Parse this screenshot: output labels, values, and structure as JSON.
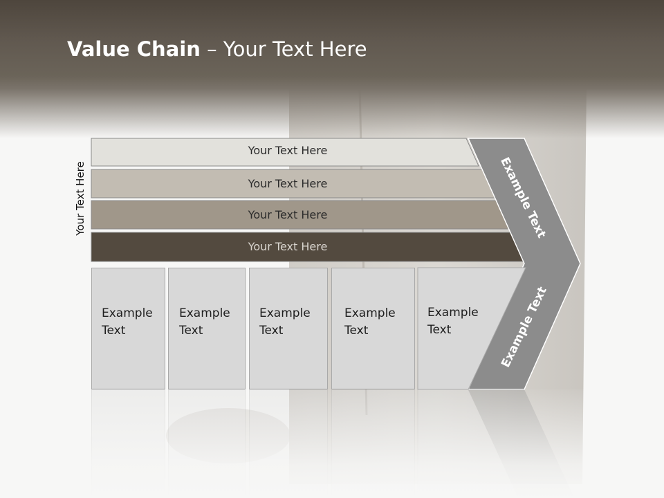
{
  "title": {
    "bold": "Value Chain",
    "rest": " – Your Text Here"
  },
  "side_label": "Your Text Here",
  "bands": [
    {
      "label": "Your Text Here",
      "color": "#e2e1dc"
    },
    {
      "label": "Your Text Here",
      "color": "#c2bcb2"
    },
    {
      "label": "Your Text Here",
      "color": "#a0978a"
    },
    {
      "label": "Your Text Here",
      "color": "#534a3f"
    }
  ],
  "columns": [
    {
      "line1": "Example",
      "line2": "Text"
    },
    {
      "line1": "Example",
      "line2": "Text"
    },
    {
      "line1": "Example",
      "line2": "Text"
    },
    {
      "line1": "Example",
      "line2": "Text"
    },
    {
      "line1": "Example",
      "line2": "Text"
    }
  ],
  "arrow": {
    "upper": "Example Text",
    "lower": "Example Text",
    "color": "#8c8c8c"
  }
}
